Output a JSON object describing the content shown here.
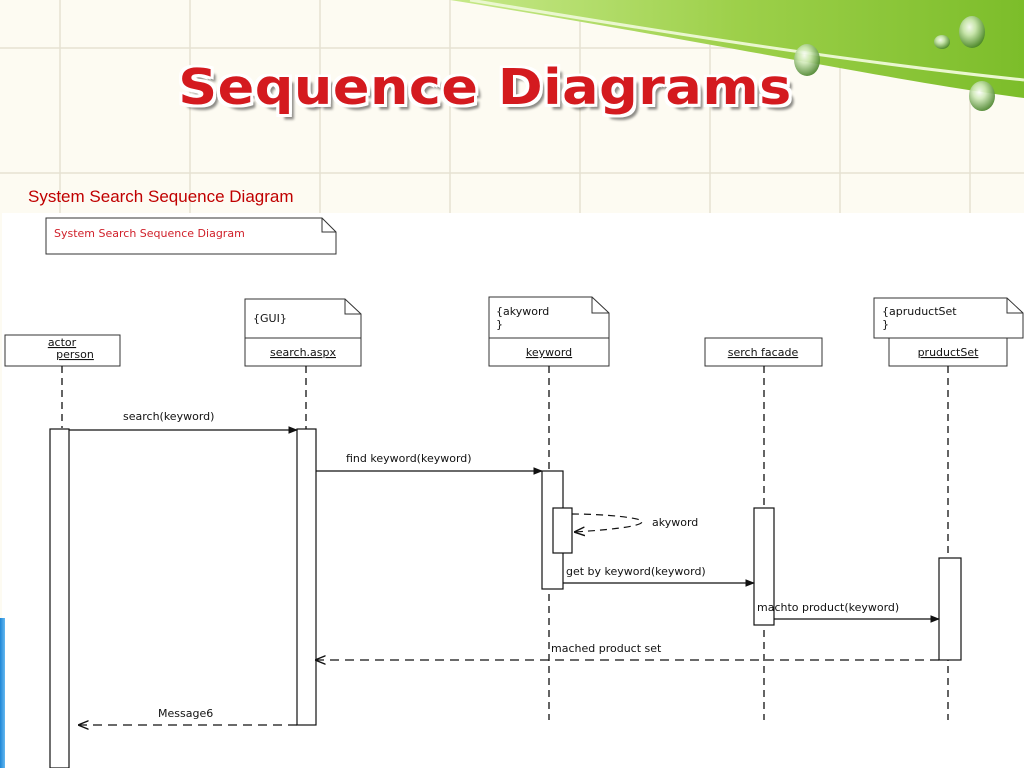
{
  "slide": {
    "title": "Sequence Diagrams",
    "subtitle": "System Search Sequence Diagram"
  },
  "colors": {
    "title_red": "#d41a1f",
    "subtitle_red": "#c00000",
    "accent_green": "#8cc63e",
    "accent_blue": "#1e86d6"
  },
  "diagram": {
    "frame_note": "System Search Sequence Diagram",
    "notes": {
      "gui": "{GUI}",
      "akyword_line1": "{akyword",
      "akyword_line2": "}",
      "apruductset_line1": "{apruductSet",
      "apruductset_line2": "}"
    },
    "lifelines": {
      "actor_line1": "actor",
      "actor_line2": "person",
      "search_aspx": "search.aspx",
      "keyword": "keyword",
      "serch_facade": "serch facade",
      "pruductset": "pruductSet"
    },
    "messages": {
      "search": "search(keyword)",
      "find": "find keyword(keyword)",
      "self_call": "akyword",
      "get_by": "get by keyword(keyword)",
      "machto": "machto product(keyword)",
      "matched": "mached product set",
      "message6": "Message6"
    }
  }
}
